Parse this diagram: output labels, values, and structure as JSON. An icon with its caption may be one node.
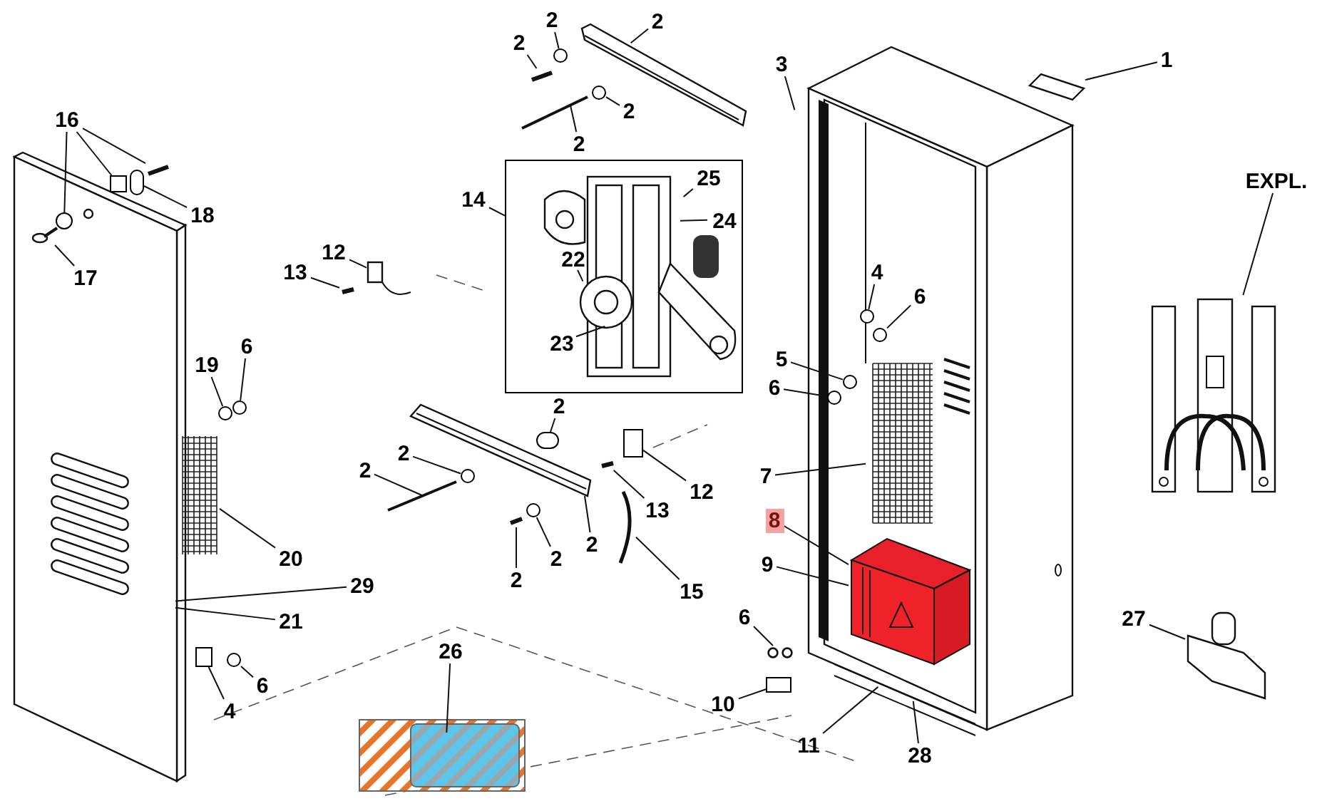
{
  "diagram": {
    "nodes": [
      {
        "text": [
          "2"
        ]
      },
      {
        "text": [
          "2"
        ]
      },
      {
        "text": [
          "2"
        ]
      },
      {
        "text": [
          "1"
        ]
      },
      {
        "text": [
          "3"
        ]
      },
      {
        "text": [
          "2"
        ]
      },
      {
        "text": [
          "16"
        ]
      },
      {
        "text": [
          "2"
        ]
      },
      {
        "text": [],
        "shape": "box"
      },
      {
        "text": [
          "25"
        ],
        "in": 8
      },
      {
        "text": [
          "EXPL."
        ]
      },
      {
        "text": [
          "14"
        ]
      },
      {
        "text": [
          "18"
        ]
      },
      {
        "text": [
          "24"
        ],
        "in": 8
      },
      {
        "text": [
          "12"
        ]
      },
      {
        "text": [
          "22"
        ],
        "in": 8
      },
      {
        "text": [
          "4"
        ]
      },
      {
        "text": [
          "13"
        ]
      },
      {
        "text": [
          "17"
        ]
      },
      {
        "text": [
          "6"
        ]
      },
      {
        "text": [
          "23"
        ],
        "in": 8
      },
      {
        "text": [
          "6"
        ]
      },
      {
        "text": [
          "5"
        ]
      },
      {
        "text": [
          "19"
        ]
      },
      {
        "text": [
          "6"
        ]
      },
      {
        "text": [
          "2"
        ]
      },
      {
        "text": [
          "2"
        ]
      },
      {
        "text": [
          "2"
        ]
      },
      {
        "text": [
          "7"
        ]
      },
      {
        "text": [
          "12"
        ]
      },
      {
        "text": [
          "13"
        ]
      },
      {
        "text": [
          "8"
        ]
      },
      {
        "text": [
          "2"
        ]
      },
      {
        "text": [
          "2"
        ]
      },
      {
        "text": [
          "20"
        ]
      },
      {
        "text": [
          "9"
        ]
      },
      {
        "text": [
          "2"
        ]
      },
      {
        "text": [
          "29"
        ]
      },
      {
        "text": [
          "15"
        ]
      },
      {
        "text": [
          "6"
        ]
      },
      {
        "text": [
          "27"
        ]
      },
      {
        "text": [
          "21"
        ]
      },
      {
        "text": [
          "26"
        ]
      },
      {
        "text": [
          "6"
        ]
      },
      {
        "text": [
          "10"
        ]
      },
      {
        "text": [
          "4"
        ]
      },
      {
        "text": [
          "11"
        ]
      },
      {
        "text": [
          "28"
        ]
      },
      {
        "text": [],
        "shape": "picture"
      },
      {
        "text": [],
        "shape": "picture"
      },
      {
        "text": [],
        "shape": "picture"
      },
      {
        "text": [],
        "shape": "circle"
      },
      {
        "text": [],
        "shape": "picture"
      },
      {
        "text": [],
        "shape": "picture"
      },
      {
        "text": [],
        "shape": "circle"
      },
      {
        "text": [],
        "shape": "circle"
      },
      {
        "text": [],
        "shape": "box"
      },
      {
        "text": [],
        "shape": "picture"
      },
      {
        "text": [],
        "shape": "circle"
      },
      {
        "text": [],
        "shape": "picture"
      },
      {
        "text": [],
        "shape": "circle"
      },
      {
        "text": [],
        "shape": "picture"
      },
      {
        "text": [],
        "shape": "picture"
      },
      {
        "text": [],
        "shape": "circle"
      },
      {
        "text": [],
        "shape": "circle"
      },
      {
        "text": [],
        "shape": "circle"
      },
      {
        "text": [],
        "shape": "circle"
      },
      {
        "text": [],
        "shape": "circle"
      },
      {
        "text": [],
        "shape": "circle"
      },
      {
        "text": [],
        "shape": "circle"
      },
      {
        "text": [],
        "shape": "box"
      },
      {
        "text": [],
        "shape": "picture"
      },
      {
        "text": [],
        "shape": "circle"
      },
      {
        "text": [],
        "shape": "picture"
      },
      {
        "text": [],
        "shape": "picture"
      },
      {
        "text": [],
        "shape": "picture"
      },
      {
        "text": [],
        "shape": "circle"
      },
      {
        "text": [],
        "shape": "box"
      },
      {
        "text": [],
        "shape": "box"
      },
      {
        "text": [],
        "shape": "picture"
      },
      {
        "text": [],
        "shape": "picture"
      },
      {
        "text": [],
        "shape": "picture"
      },
      {
        "text": [],
        "shape": "picture"
      }
    ],
    "edges": [
      {
        "from": 0,
        "to": 51,
        "arrow": "none"
      },
      {
        "from": 1,
        "to": null,
        "arrow": "none"
      },
      {
        "from": 2,
        "to": 52,
        "arrow": "none"
      },
      {
        "from": 3,
        "to": 53,
        "arrow": "none"
      },
      {
        "from": 4,
        "to": null,
        "arrow": "none"
      },
      {
        "from": 5,
        "to": 54,
        "arrow": "none"
      },
      {
        "from": 6,
        "to": 55,
        "arrow": "none"
      },
      {
        "from": 6,
        "to": 56,
        "arrow": "none"
      },
      {
        "from": 6,
        "to": 57,
        "arrow": "none"
      },
      {
        "from": 7,
        "to": 79,
        "arrow": "none"
      },
      {
        "from": 11,
        "to": 8,
        "arrow": "none"
      },
      {
        "from": 9,
        "to": null,
        "arrow": "none"
      },
      {
        "from": 10,
        "to": 49,
        "arrow": "none"
      },
      {
        "from": 12,
        "to": 58,
        "arrow": "none"
      },
      {
        "from": 13,
        "to": null,
        "arrow": "none"
      },
      {
        "from": 14,
        "to": 59,
        "arrow": "none"
      },
      {
        "from": 15,
        "to": null,
        "arrow": "none"
      },
      {
        "from": 16,
        "to": 60,
        "arrow": "none"
      },
      {
        "from": 17,
        "to": 61,
        "arrow": "none"
      },
      {
        "from": 18,
        "to": 62,
        "arrow": "none"
      },
      {
        "from": 19,
        "to": 63,
        "arrow": "none"
      },
      {
        "from": 20,
        "to": null,
        "arrow": "none"
      },
      {
        "from": 21,
        "to": 64,
        "arrow": "none"
      },
      {
        "from": 22,
        "to": 65,
        "arrow": "none"
      },
      {
        "from": 23,
        "to": 66,
        "arrow": "none"
      },
      {
        "from": 24,
        "to": 67,
        "arrow": "none"
      },
      {
        "from": 25,
        "to": 68,
        "arrow": "none"
      },
      {
        "from": 26,
        "to": 69,
        "arrow": "none"
      },
      {
        "from": 27,
        "to": 80,
        "arrow": "none"
      },
      {
        "from": 28,
        "to": null,
        "arrow": "none"
      },
      {
        "from": 29,
        "to": 70,
        "arrow": "none"
      },
      {
        "from": 30,
        "to": 71,
        "arrow": "none"
      },
      {
        "from": 31,
        "to": 48,
        "arrow": "none"
      },
      {
        "from": 32,
        "to": 81,
        "arrow": "none"
      },
      {
        "from": 33,
        "to": 72,
        "arrow": "none"
      },
      {
        "from": 34,
        "to": 82,
        "arrow": "none"
      },
      {
        "from": 35,
        "to": 48,
        "arrow": "none"
      },
      {
        "from": 36,
        "to": 73,
        "arrow": "none"
      },
      {
        "from": 37,
        "to": null,
        "arrow": "none"
      },
      {
        "from": 38,
        "to": 74,
        "arrow": "none"
      },
      {
        "from": 39,
        "to": 75,
        "arrow": "none"
      },
      {
        "from": 40,
        "to": 50,
        "arrow": "none"
      },
      {
        "from": 41,
        "to": null,
        "arrow": "none"
      },
      {
        "from": 42,
        "to": null,
        "arrow": "none"
      },
      {
        "from": 43,
        "to": 76,
        "arrow": "none"
      },
      {
        "from": 44,
        "to": 77,
        "arrow": "none"
      },
      {
        "from": 45,
        "to": 78,
        "arrow": "none"
      },
      {
        "from": 46,
        "to": null,
        "arrow": "none"
      },
      {
        "from": 47,
        "to": null,
        "arrow": "none"
      }
    ]
  }
}
